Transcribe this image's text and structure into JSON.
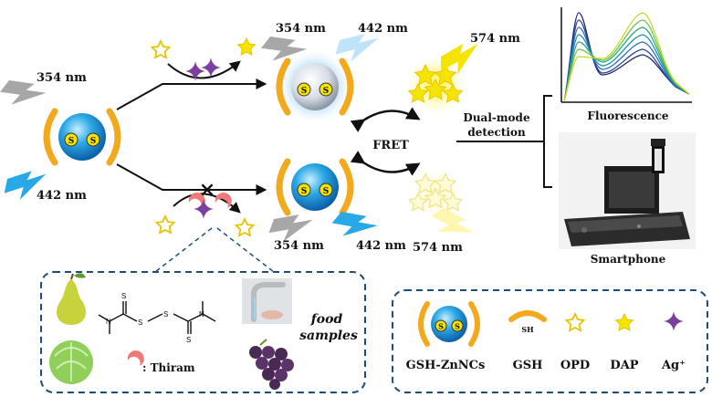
{
  "labels": {
    "wl_354": "354 nm",
    "wl_442": "442 nm",
    "wl_574": "574 nm",
    "fret": "FRET",
    "dual_mode_1": "Dual-mode",
    "dual_mode_2": "detection",
    "fluorescence": "Fluorescence",
    "smartphone": "Smartphone",
    "food_1": "food",
    "food_2": "samples",
    "thiram_legend": ": Thiram",
    "sulfur": "S",
    "sh": "SH",
    "blocked": "×"
  },
  "legend": {
    "items": [
      {
        "label": "GSH-ZnNCs",
        "icon": "gsh-zn-nanocluster-icon"
      },
      {
        "label": "GSH",
        "icon": "gsh-arc-icon"
      },
      {
        "label": "OPD",
        "icon": "opd-outline-star-icon"
      },
      {
        "label": "DAP",
        "icon": "dap-filled-star-icon"
      },
      {
        "label": "Ag⁺",
        "icon": "silver-ion-sparkle-icon"
      }
    ]
  },
  "colors": {
    "nanocluster_blue": "#1a8fd6",
    "ligand_orange": "#f2a91c",
    "star_yellow": "#f5e400",
    "silver_purple": "#7b3fa0",
    "thiram_pink": "#f07a7a",
    "uv_gray": "#999999",
    "blue_bolt": "#29a8e8",
    "dash_border": "#1b4f7a"
  },
  "icons": [
    "gray-lightning-bolt-icon",
    "blue-lightning-bolt-icon",
    "yellow-lightning-bolt-icon",
    "pear-icon",
    "cabbage-icon",
    "tap-water-icon",
    "grape-icon",
    "spectrum-plot-icon",
    "smartphone-device-icon"
  ]
}
